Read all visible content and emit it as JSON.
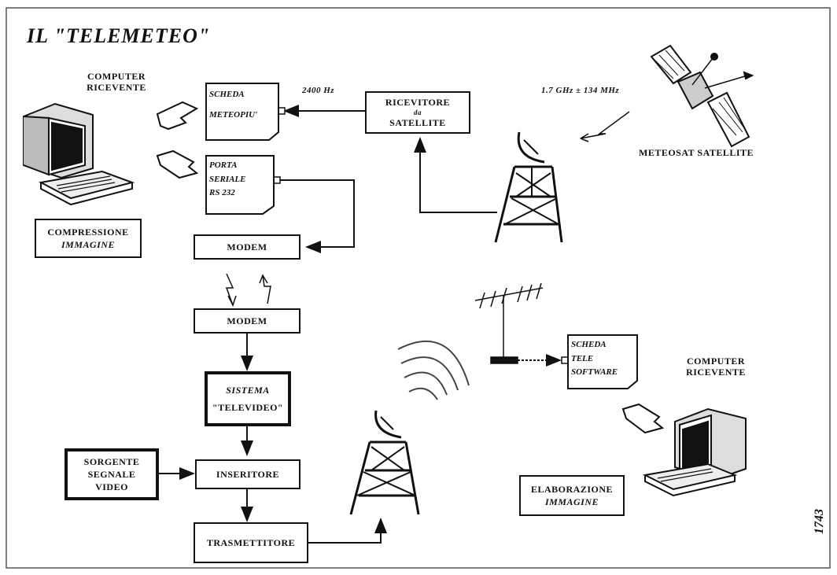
{
  "title": "IL \"TELEMETEO\"",
  "figure_number": "1743",
  "labels": {
    "computer_top": [
      "COMPUTER",
      "RICEVENTE"
    ],
    "computer_bottom": [
      "COMPUTER",
      "RICEVENTE"
    ],
    "freq_2400": "2400 Hz",
    "freq_sat": "1.7 GHz ± 134 MHz",
    "meteosat": "METEOSAT SATELLITE"
  },
  "boxes": {
    "scheda_meteopiu": [
      "SCHEDA",
      "METEOPIU'"
    ],
    "ricevitore": [
      "RICEVITORE",
      "da",
      "SATELLITE"
    ],
    "porta_seriale": [
      "PORTA",
      "SERIALE",
      "RS 232"
    ],
    "compressione": [
      "COMPRESSIONE",
      "IMMAGINE"
    ],
    "modem_top": "MODEM",
    "modem_bottom": "MODEM",
    "sistema": [
      "SISTEMA",
      "\"TELEVIDEO\""
    ],
    "sorgente": [
      "SORGENTE",
      "SEGNALE",
      "VIDEO"
    ],
    "inseritore": "INSERITORE",
    "trasmettitore": "TRASMETTITORE",
    "scheda_tele": [
      "SCHEDA",
      "TELE",
      "SOFTWARE"
    ],
    "elaborazione": [
      "ELABORAZIONE",
      "IMMAGINE"
    ]
  }
}
